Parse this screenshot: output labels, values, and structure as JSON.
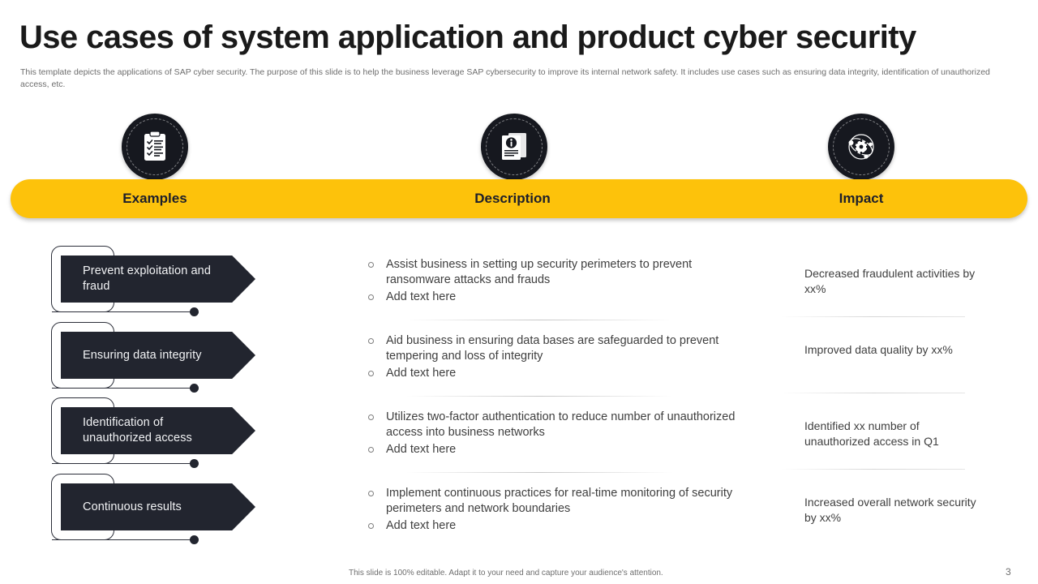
{
  "slide": {
    "title": "Use cases of system application and product cyber security",
    "subtitle": "This template depicts the applications of SAP cyber security. The purpose of this slide is to help the business leverage SAP cybersecurity to improve its internal network safety. It includes use cases such as ensuring data integrity, identification of unauthorized access, etc.",
    "footer_note": "This slide is 100% editable. Adapt it to your need and capture your audience's attention.",
    "page_number": "3"
  },
  "colors": {
    "accent_yellow": "#fdc20b",
    "dark": "#22252f",
    "body_text": "#3f3f3f",
    "muted_text": "#6e6e6e"
  },
  "header": {
    "columns": [
      {
        "label": "Examples",
        "icon": "clipboard-checklist-icon"
      },
      {
        "label": "Description",
        "icon": "document-info-icon"
      },
      {
        "label": "Impact",
        "icon": "gear-network-icon"
      }
    ]
  },
  "rows": [
    {
      "example": "Prevent exploitation and fraud",
      "description": [
        "Assist business in setting up security perimeters to prevent ransomware attacks and frauds",
        "Add text here"
      ],
      "impact": "Decreased fraudulent activities by xx%"
    },
    {
      "example": "Ensuring data integrity",
      "description": [
        "Aid business in ensuring data bases are safeguarded to prevent tempering and loss of integrity",
        "Add text here"
      ],
      "impact": "Improved data quality by xx%"
    },
    {
      "example": "Identification of unauthorized access",
      "description": [
        "Utilizes two-factor authentication to reduce number of unauthorized access into business networks",
        "Add text here"
      ],
      "impact": "Identified xx number of unauthorized access in Q1"
    },
    {
      "example": "Continuous results",
      "description": [
        "Implement continuous practices for real-time monitoring of security perimeters and network boundaries",
        "Add text here"
      ],
      "impact": "Increased overall network security by xx%"
    }
  ]
}
